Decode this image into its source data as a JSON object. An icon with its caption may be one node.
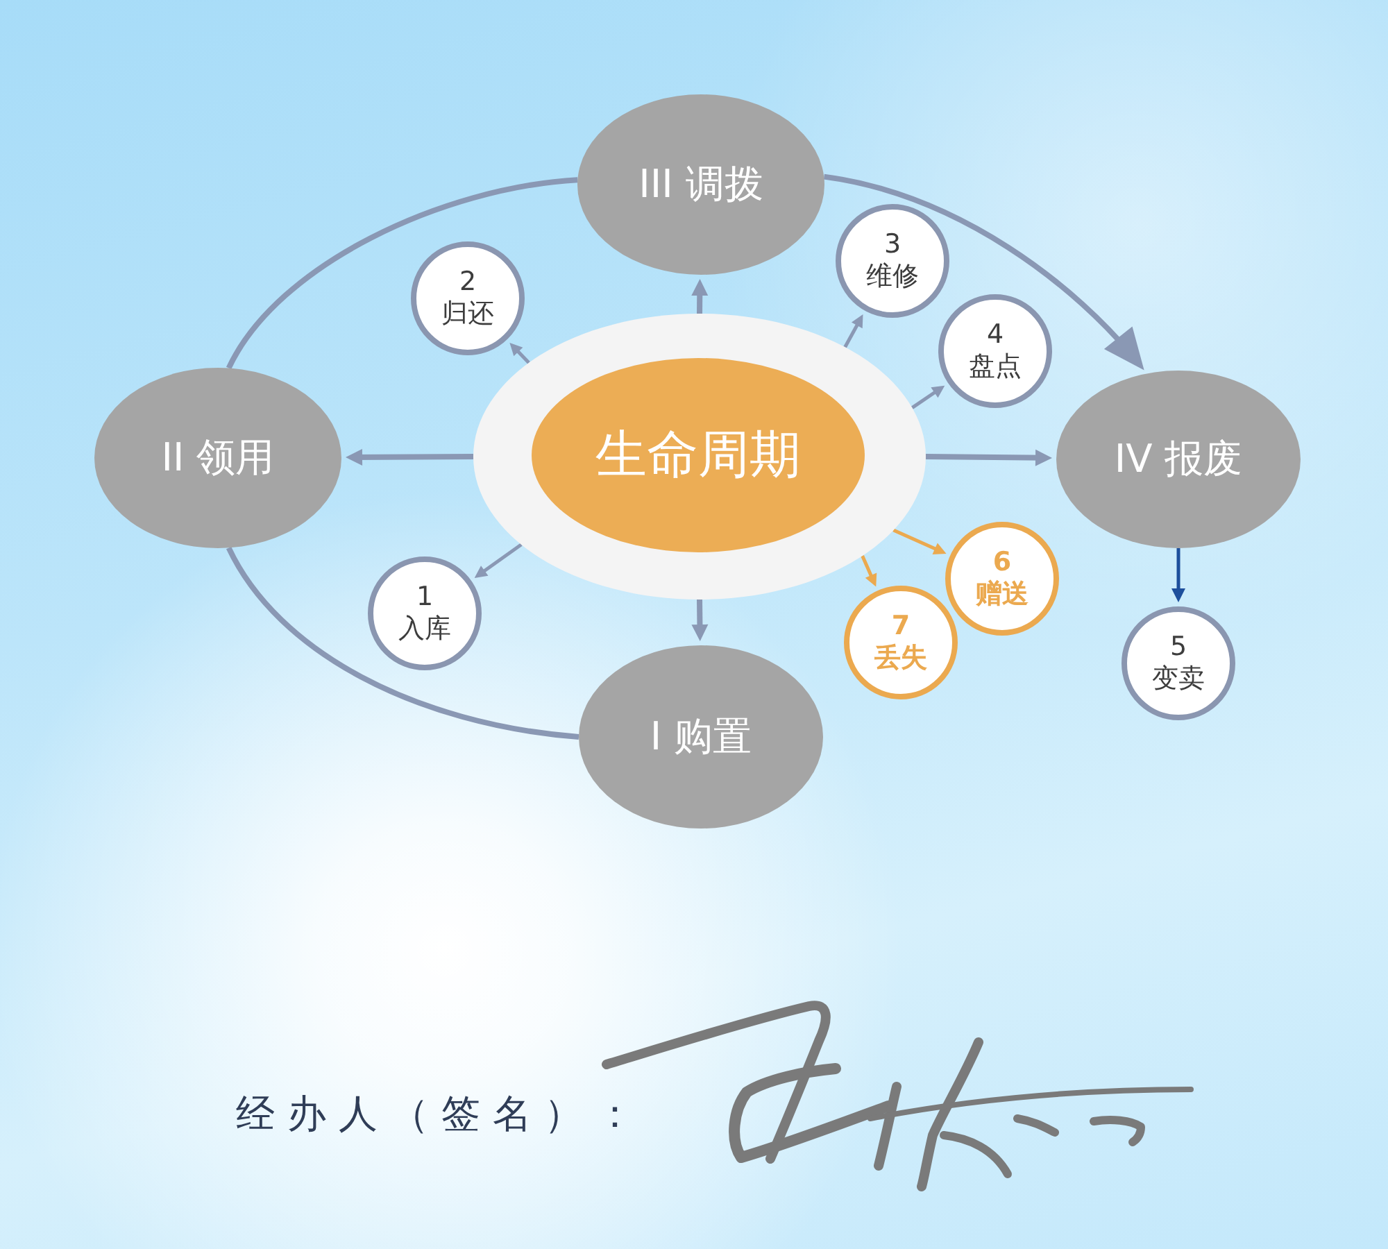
{
  "diagram": {
    "nodes": [
      {
        "text": [
          "III 调拨"
        ]
      },
      {
        "text": [
          "2",
          "归还"
        ]
      },
      {
        "text": [
          "3",
          "维修"
        ]
      },
      {
        "text": [
          "4",
          "盘点"
        ]
      },
      {
        "text": [
          "II 领用"
        ]
      },
      {
        "text": [],
        "shape": "circle"
      },
      {
        "text": [
          "生命周期"
        ],
        "in": 5
      },
      {
        "text": [
          "IV 报废"
        ]
      },
      {
        "text": [
          "1",
          "入库"
        ]
      },
      {
        "text": [
          "6",
          "赠送"
        ]
      },
      {
        "text": [
          "7",
          "丢失"
        ]
      },
      {
        "text": [
          "5",
          "变卖"
        ]
      },
      {
        "text": [
          "I 购置"
        ]
      }
    ],
    "edges": [
      {
        "from": 5,
        "to": 0,
        "arrow": "to"
      },
      {
        "from": 5,
        "to": 1,
        "arrow": "to"
      },
      {
        "from": 5,
        "to": 2,
        "arrow": "to"
      },
      {
        "from": 5,
        "to": 3,
        "arrow": "to"
      },
      {
        "from": 5,
        "to": 4,
        "arrow": "to"
      },
      {
        "from": 5,
        "to": 7,
        "arrow": "to"
      },
      {
        "from": 5,
        "to": 8,
        "arrow": "to"
      },
      {
        "from": 5,
        "to": 9,
        "arrow": "to",
        "color": "#eba94f"
      },
      {
        "from": 5,
        "to": 10,
        "arrow": "to",
        "color": "#eba94f"
      },
      {
        "from": 5,
        "to": 12,
        "arrow": "to"
      },
      {
        "from": 7,
        "to": 11,
        "arrow": "to",
        "color": "#1d4f9c"
      },
      {
        "from": 12,
        "to": 4,
        "arrow": "none"
      },
      {
        "from": 4,
        "to": 0,
        "arrow": "none"
      },
      {
        "from": 0,
        "to": 7,
        "arrow": "to"
      }
    ],
    "labels": [
      "经办人（签名）："
    ]
  }
}
